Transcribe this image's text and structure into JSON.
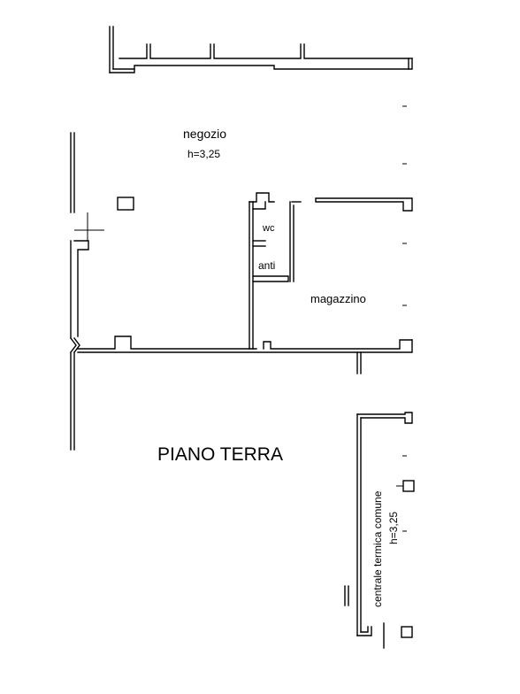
{
  "plan": {
    "title": "PIANO TERRA",
    "rooms": {
      "negozio": {
        "name": "negozio",
        "height": "h=3,25"
      },
      "wc": {
        "name": "wc"
      },
      "anti": {
        "name": "anti"
      },
      "magazzino": {
        "name": "magazzino"
      },
      "centrale": {
        "name": "centrale termica comune",
        "height": "h=3,25"
      }
    }
  }
}
